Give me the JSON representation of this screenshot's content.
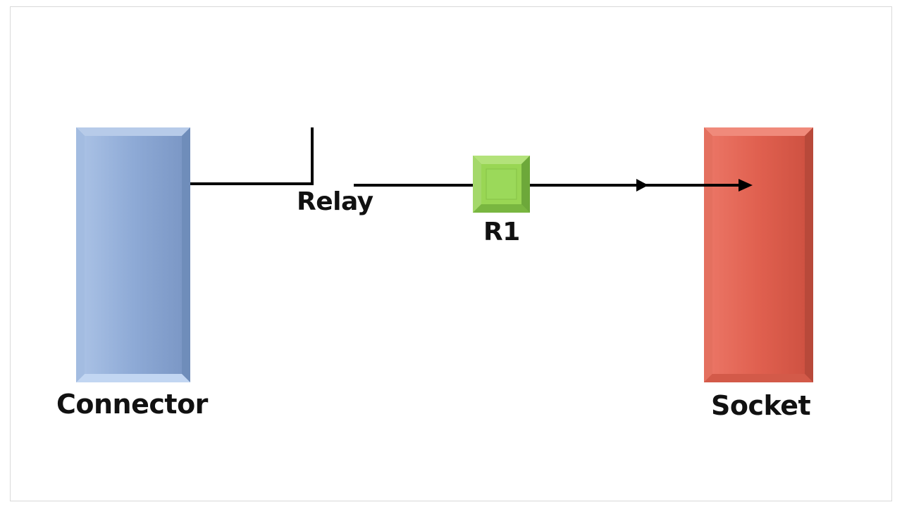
{
  "diagram": {
    "connector": {
      "label": "Connector",
      "color": "#8eaad6"
    },
    "relay": {
      "label": "Relay"
    },
    "r1": {
      "label": "R1",
      "color": "#92d050"
    },
    "socket": {
      "label": "Socket",
      "color": "#e0604f"
    },
    "line_color": "#000000"
  }
}
